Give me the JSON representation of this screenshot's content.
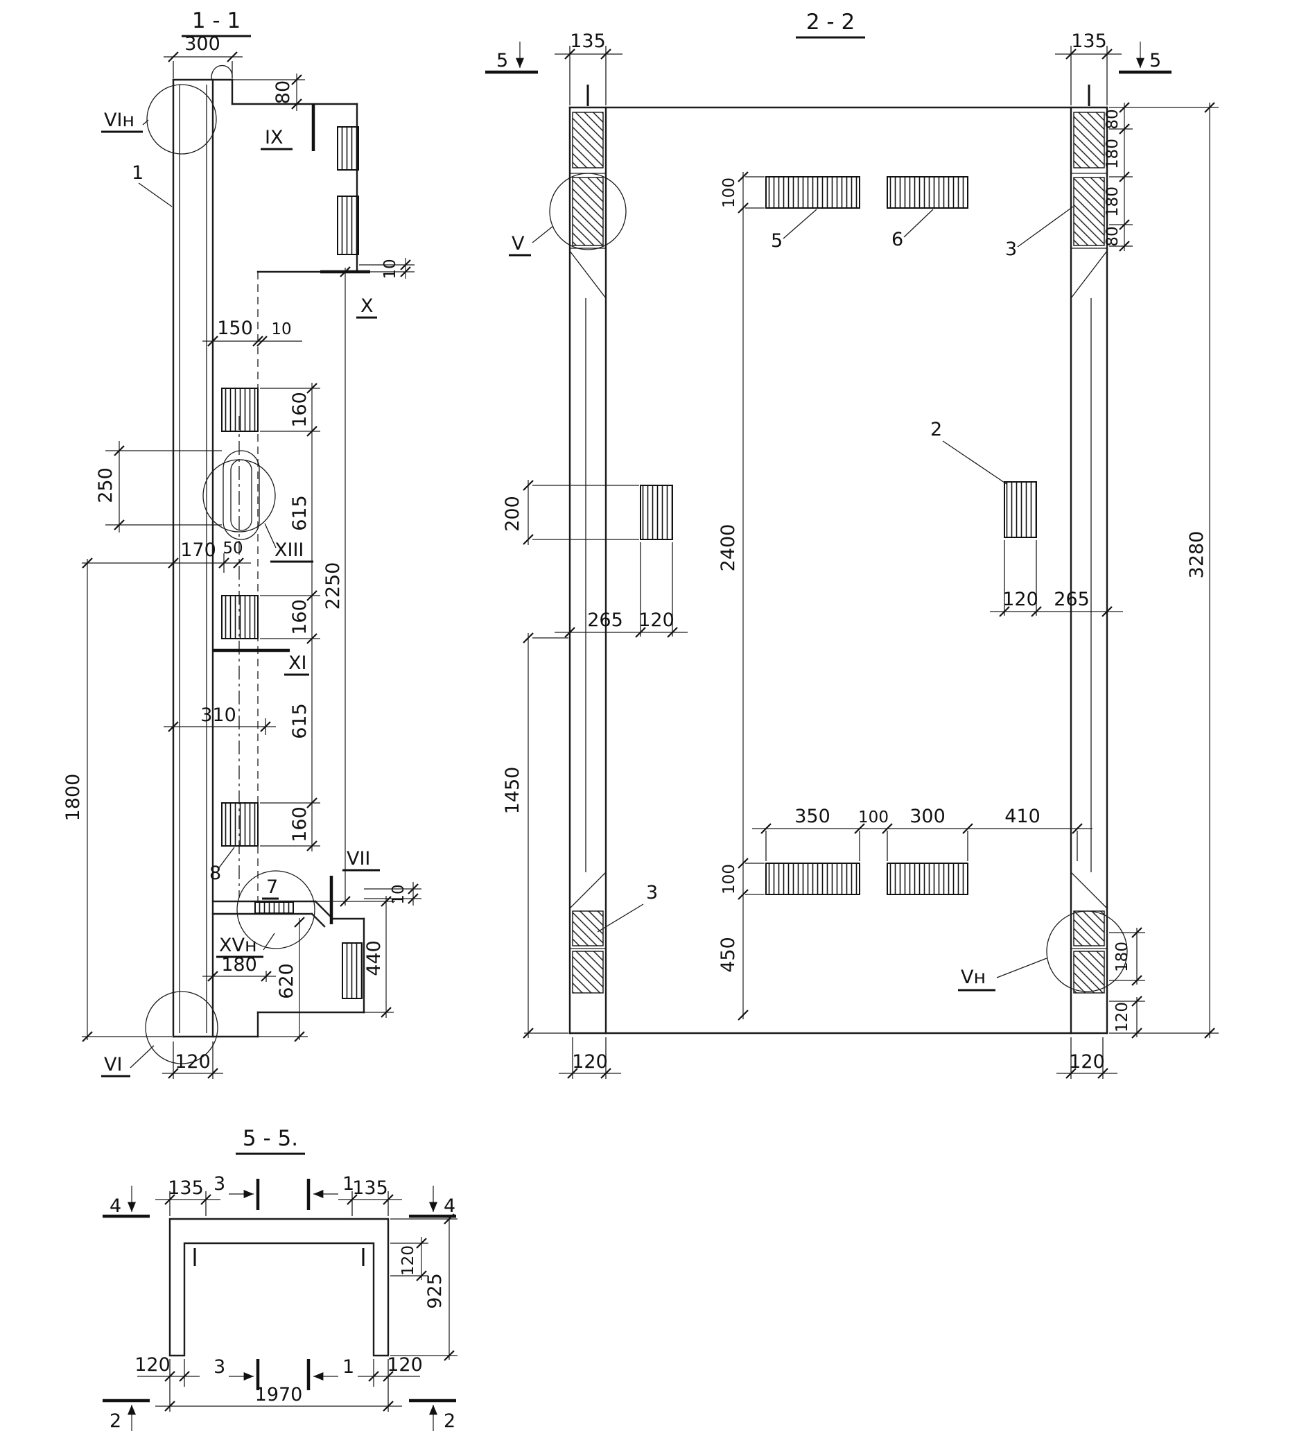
{
  "s11": {
    "title": "1 - 1",
    "labels": {
      "vi_n": "VIн",
      "ix": "IX",
      "x": "X",
      "xiii": "XIII",
      "xi": "XI",
      "vii": "VII",
      "xv_n": "XVн",
      "vi": "VI",
      "p1": "1",
      "p7": "7",
      "p8": "8"
    },
    "dims": {
      "d300": "300",
      "d80": "80",
      "d10a": "10",
      "d150": "150",
      "d10b": "10",
      "d160a": "160",
      "d615a": "615",
      "d160b": "160",
      "d615b": "615",
      "d160c": "160",
      "d2250": "2250",
      "d250": "250",
      "d170": "170",
      "d50": "50",
      "d310": "310",
      "d1800": "1800",
      "d180": "180",
      "d440": "440",
      "d620": "620",
      "d10c": "10",
      "d120": "120"
    }
  },
  "s22": {
    "title": "2 - 2",
    "cut": {
      "m5a": "5",
      "m5b": "5"
    },
    "labels": {
      "v": "V",
      "vn": "Vн",
      "p5": "5",
      "p6": "6",
      "p3a": "3",
      "p2": "2",
      "p3b": "3"
    },
    "dims": {
      "d135a": "135",
      "d135b": "135",
      "d80a": "80",
      "d180a": "180",
      "d180b": "180",
      "d80b": "80",
      "d100a": "100",
      "d2400": "2400",
      "d100c": "100",
      "d450": "450",
      "d3280": "3280",
      "d200": "200",
      "d1450": "1450",
      "d265a": "265",
      "d120a": "120",
      "d120b": "120",
      "d265b": "265",
      "d350": "350",
      "d100b": "100",
      "d300": "300",
      "d410": "410",
      "d180c": "180",
      "d120c": "120",
      "d120d": "120",
      "d120e": "120"
    }
  },
  "s55": {
    "title": "5 - 5.",
    "cut": {
      "m4a": "4",
      "m4b": "4",
      "m3a": "3",
      "m1a": "1",
      "m3b": "3",
      "m1b": "1",
      "m2a": "2",
      "m2b": "2"
    },
    "dims": {
      "d135a": "135",
      "d135b": "135",
      "d120a": "120",
      "d925": "925",
      "d120b": "120",
      "d120c": "120",
      "d1970": "1970"
    }
  }
}
